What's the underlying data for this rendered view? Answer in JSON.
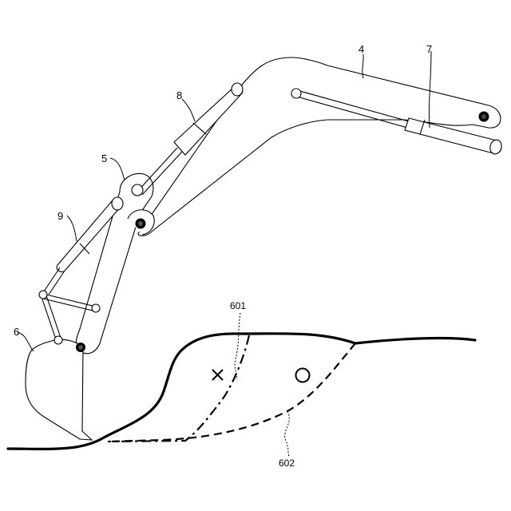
{
  "diagram": {
    "labels": {
      "boom": "4",
      "arm": "5",
      "bucket": "6",
      "boom_cylinder": "7",
      "arm_cylinder": "8",
      "bucket_cylinder": "9",
      "line_601": "601",
      "line_602": "602"
    },
    "marks": {
      "cross": "×",
      "circle": "○"
    }
  }
}
